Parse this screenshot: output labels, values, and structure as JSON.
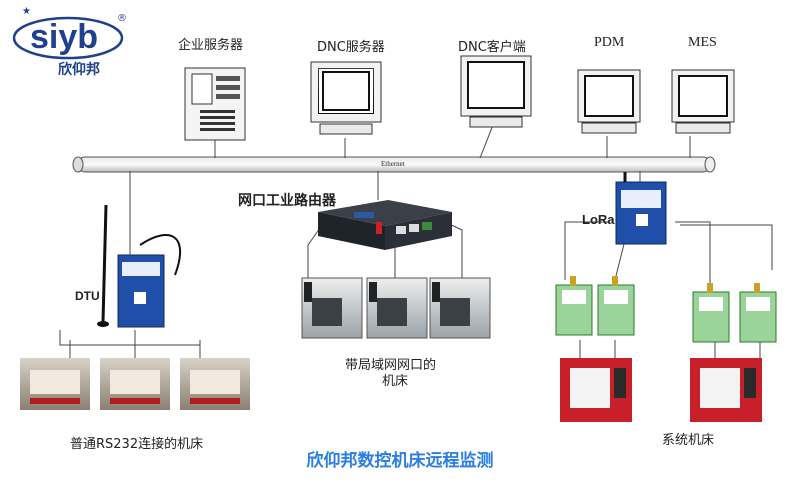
{
  "brand": {
    "logo_letters": "SIYB",
    "name": "欣仰邦",
    "registered": "®"
  },
  "labels": {
    "enterprise_server": "企业服务器",
    "dnc_server": "DNC服务器",
    "dnc_client": "DNC客户端",
    "pdm": "PDM",
    "mes": "MES",
    "ethernet": "Ethernet",
    "router": "网口工业路由器",
    "lora": "LoRa",
    "dtu": "DTU",
    "lan_machines_line1": "带局域网网口的",
    "lan_machines_line2": "机床",
    "rs232_machines": "普通RS232连接的机床",
    "system_machines": "系统机床"
  },
  "footer": {
    "title": "欣仰邦数控机床远程监测"
  }
}
